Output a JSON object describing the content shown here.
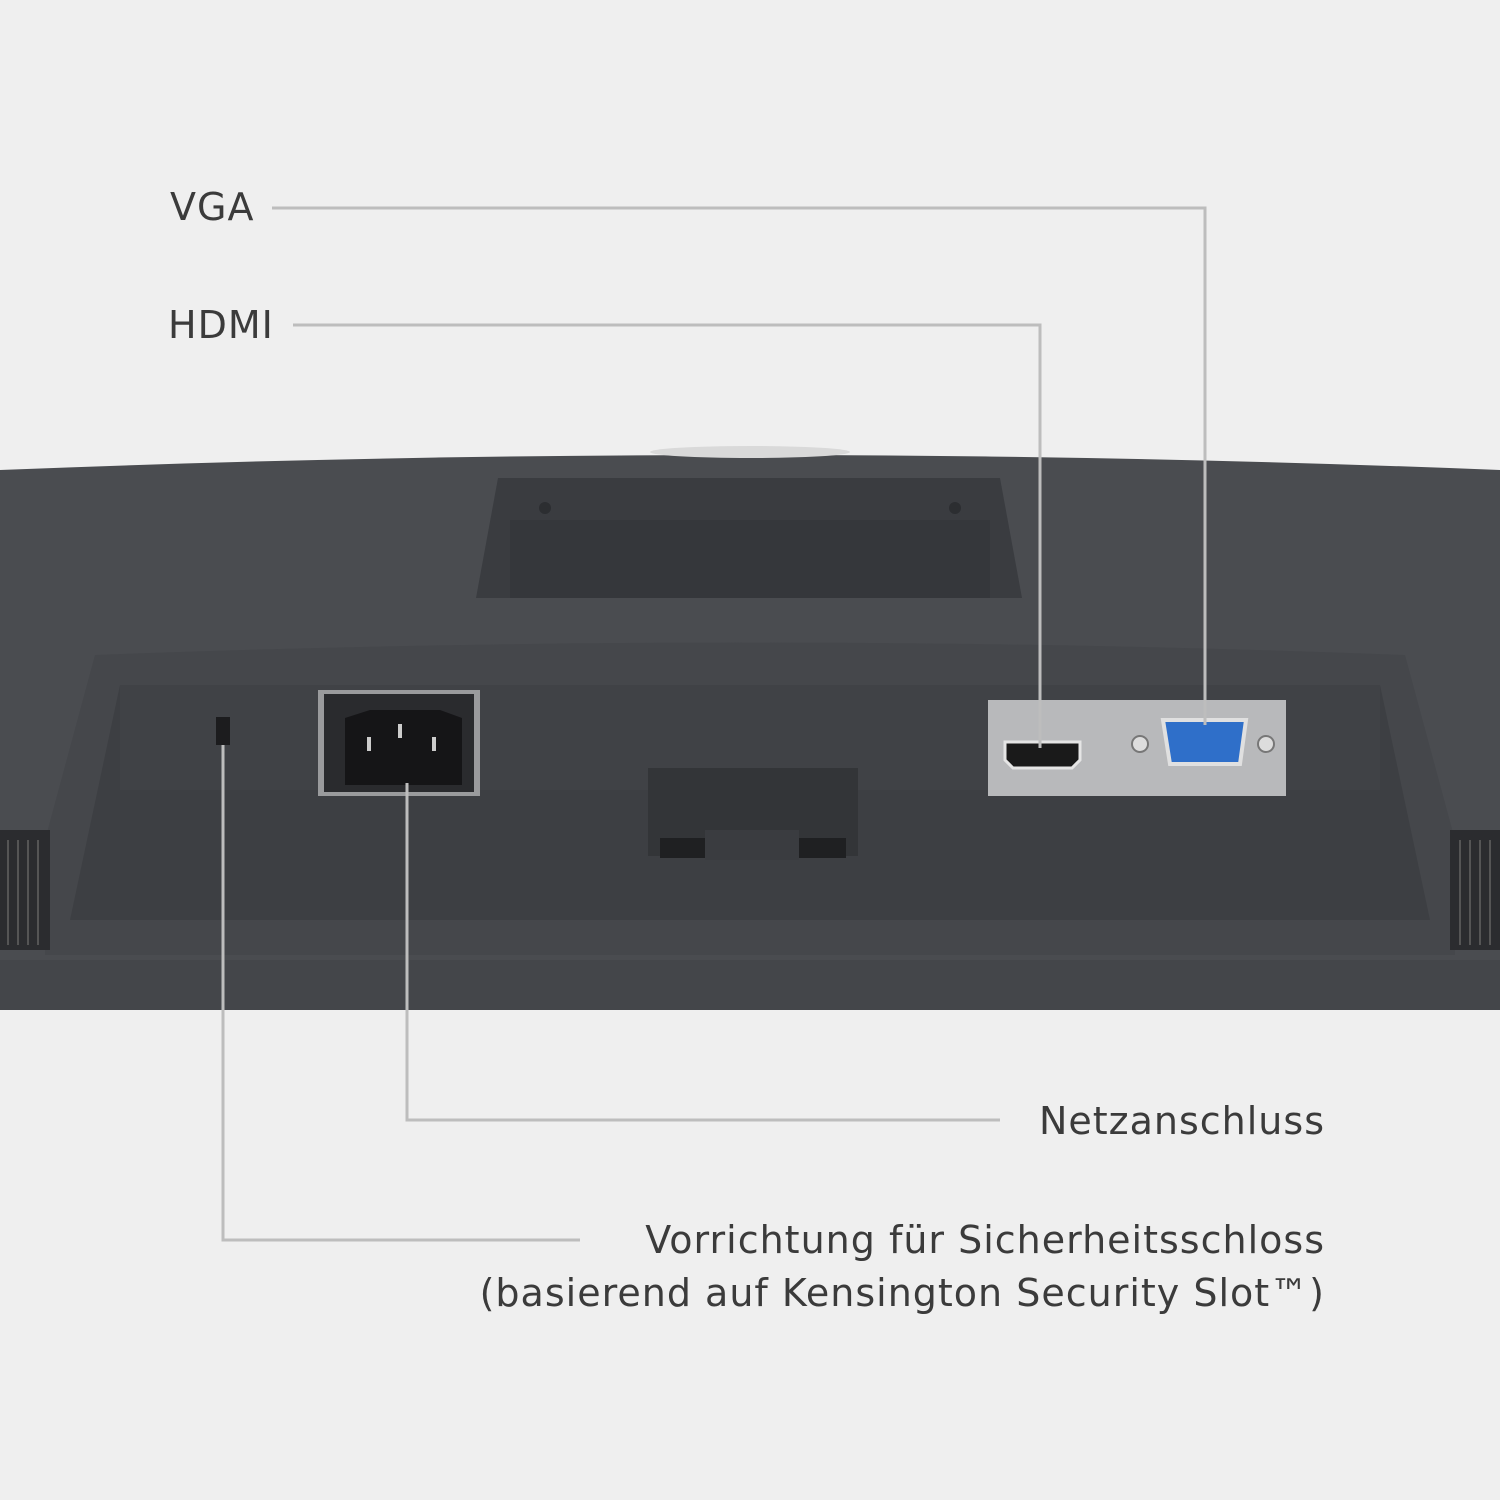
{
  "callouts": {
    "vga": "VGA",
    "hdmi": "HDMI",
    "power": "Netzanschluss",
    "lock_line1": "Vorrichtung für Sicherheitsschloss",
    "lock_line2": "(basierend auf Kensington Security Slot™)"
  },
  "colors": {
    "background": "#efefef",
    "monitor_body": "#4a4c50",
    "recess": "#3d3f43",
    "port_plate": "#b8b9bb",
    "vga_connector": "#2f6fc9",
    "callout_line": "#bdbdbd",
    "text": "#3b3b3b"
  }
}
